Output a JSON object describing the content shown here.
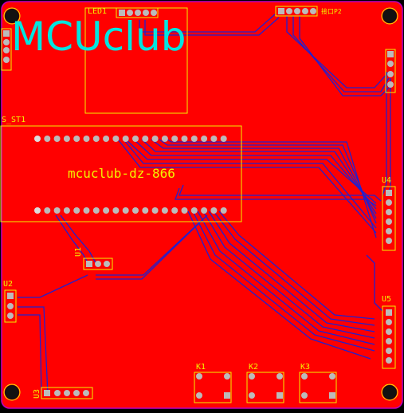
{
  "board": {
    "logo_text": "MCUclub",
    "model_text": "mcuclub-dz-866",
    "colors": {
      "background": "#000000",
      "copper": "#ff0000",
      "silkscreen": "#f2f200",
      "logo": "#00e5e0",
      "trace": "#2020d0",
      "outline": "#c000c0"
    }
  },
  "components": {
    "led1": "LED1",
    "s_st1": "S_ST1",
    "u1": "U1",
    "u2": "U2",
    "u3": "U3",
    "u4": "U4",
    "u5": "U5",
    "k1": "K1",
    "k2": "K2",
    "k3": "K3",
    "j_p2": "接口P2"
  },
  "icons": [
    "mounting-hole-icon",
    "pad-icon",
    "trace-icon"
  ]
}
